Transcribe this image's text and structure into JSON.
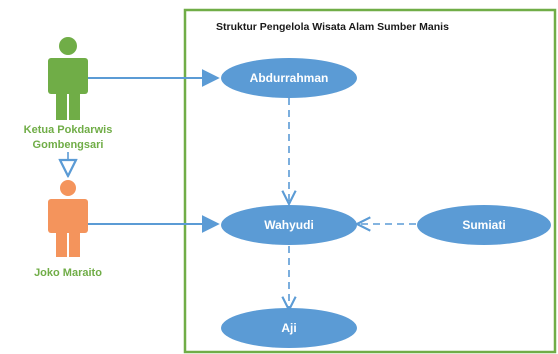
{
  "diagram": {
    "system_boundary": {
      "title": "Struktur Pengelola Wisata Alam Sumber Manis"
    },
    "actors": [
      {
        "id": "ketua",
        "label_lines": [
          "Ketua Pokdarwis",
          "Gombengsari"
        ]
      },
      {
        "id": "joko",
        "label_lines": [
          "Joko Maraito"
        ]
      }
    ],
    "use_cases": [
      {
        "id": "abdurrahman",
        "label": "Abdurrahman"
      },
      {
        "id": "wahyudi",
        "label": "Wahyudi"
      },
      {
        "id": "sumiati",
        "label": "Sumiati"
      },
      {
        "id": "aji",
        "label": "Aji"
      }
    ],
    "colors": {
      "boundary": "#70ad47",
      "usecase": "#5b9bd5",
      "connector": "#5b9bd5",
      "actor_green": "#70ad47",
      "actor_orange": "#f4945c",
      "label_green": "#70ad47"
    }
  }
}
